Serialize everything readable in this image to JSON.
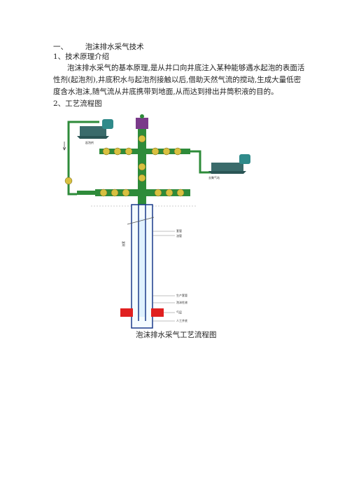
{
  "section1": {
    "number": "一、",
    "title": "泡沫排水采气技术"
  },
  "sub1": {
    "title": "1、技术原理介绍"
  },
  "paragraph": {
    "line1": "泡沫排水采气的基本原理,是从井口向井底注入某种能够遇水起泡的表面活",
    "line2": "性剂(起泡剂),井底积水与起泡剂接触以后,借助天然气流的搅动,生成大量低密",
    "line3": "度含水泡沫,随气流从井底携带到地面,从而达到排出井筒积液的目的。"
  },
  "sub2": {
    "title": "2、工艺流程图"
  },
  "diagram": {
    "label_foaming_agent": "起泡剂",
    "label_gas_out": "去集气站",
    "label_tubing": "套管",
    "label_casing": "油管",
    "label_annulus": "油套",
    "label_producing_string": "生产套管",
    "label_foam_column": "泡沫柱液",
    "label_gas_layer": "气层",
    "label_artificial_bottom": "人工井底",
    "colors": {
      "pipe": "#2e8b3a",
      "tank": "#3a6b6b",
      "well": "#1a3a8a",
      "formation": "#e02020",
      "valve": "#d8c040"
    }
  },
  "caption": "泡沫排水采气工艺流程图"
}
